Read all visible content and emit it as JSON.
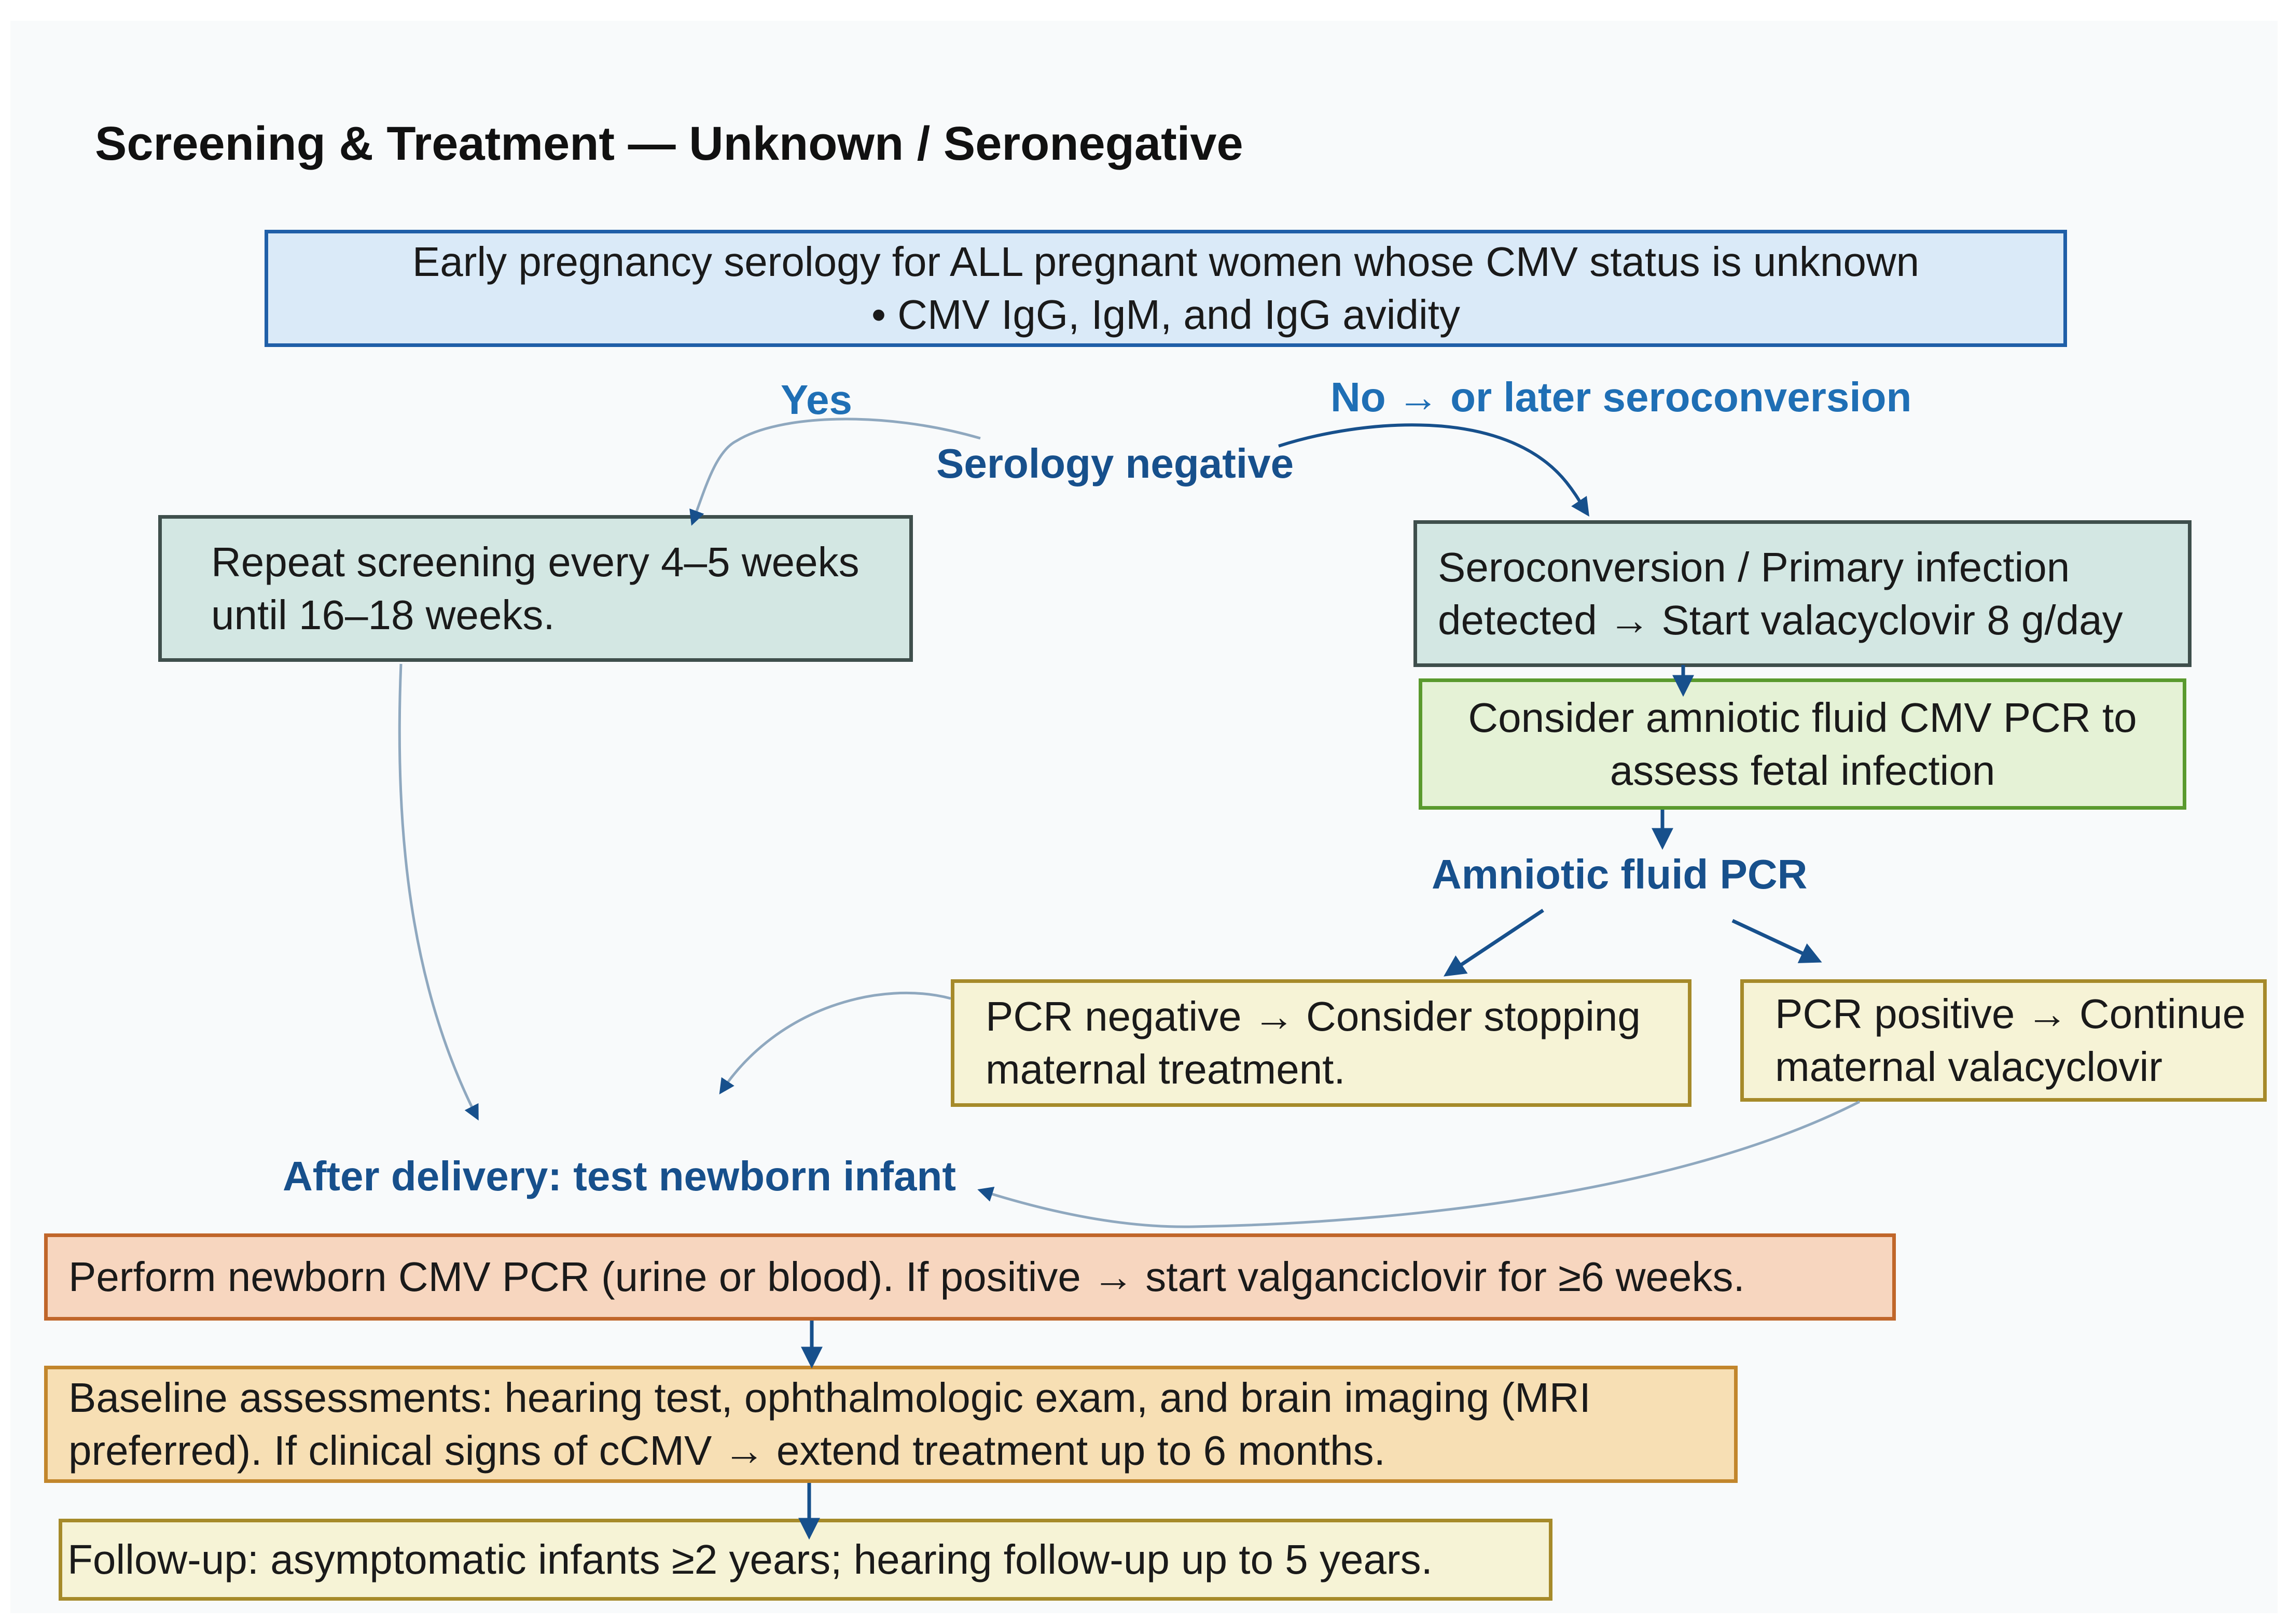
{
  "title": "Screening & Treatment — Unknown / Seronegative",
  "boxes": {
    "initial": {
      "line1": "Early pregnancy serology for ALL pregnant women  whose CMV status is unknown",
      "line2": "• CMV IgG, IgM, and IgG avidity"
    },
    "repeat": {
      "line1": "Repeat screening every 4–5 weeks",
      "line2": "until 16–18 weeks."
    },
    "seroconversion": {
      "line1": "Seroconversion / Primary infection",
      "line2": "detected → Start valacyclovir 8 g/day"
    },
    "amniotic": {
      "line1": "Consider amniotic fluid CMV PCR to",
      "line2": "assess fetal infection"
    },
    "pcr_negative": {
      "line1": "PCR negative → Consider stopping",
      "line2": "maternal treatment."
    },
    "pcr_positive": {
      "line1": "PCR positive → Continue",
      "line2": "maternal valacyclovir"
    },
    "newborn_pcr": {
      "line1": "Perform newborn CMV PCR (urine or blood).  If positive → start valganciclovir for ≥6 weeks."
    },
    "baseline": {
      "line1": "Baseline assessments: hearing test, ophthalmologic exam, and brain imaging (MRI",
      "line2": "preferred).  If clinical signs of cCMV → extend treatment up to 6 months."
    },
    "followup": {
      "line1": "Follow-up: asymptomatic infants ≥2 years; hearing follow-up up to 5 years."
    }
  },
  "labels": {
    "yes": "Yes",
    "no": "No → or later seroconversion",
    "serology_negative": "Serology negative",
    "amniotic_pcr": "Amniotic fluid PCR",
    "after_delivery": "After delivery: test newborn infant"
  },
  "colors": {
    "blue_fill": "#daeaf8",
    "blue_border": "#1f5fa8",
    "teal_fill": "#d3e7e3",
    "teal_border": "#3f4f4c",
    "green_fill": "#e5f2d6",
    "green_border": "#5a9a2e",
    "yellow_fill": "#f6f3d6",
    "yellow_border": "#a68a2a",
    "orange_fill": "#f7d6bf",
    "orange_border": "#c0662a",
    "peach_fill": "#f7dfb4",
    "peach_border": "#c2862c",
    "arrow": "#17508c"
  }
}
